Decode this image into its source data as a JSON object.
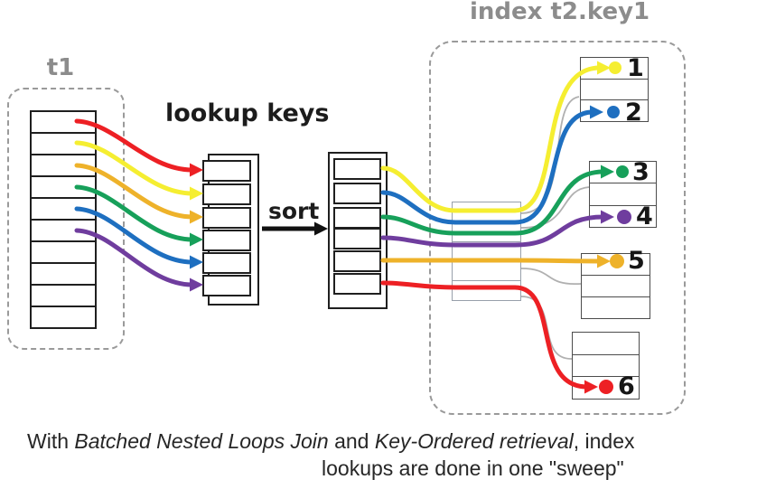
{
  "labels": {
    "t1": "t1",
    "lookup_keys": "lookup keys",
    "sort": "sort",
    "index_title": "index t2.key1"
  },
  "caption": {
    "line1": [
      {
        "text": "With ",
        "italic": false
      },
      {
        "text": "Batched Nested Loops Join",
        "italic": true
      },
      {
        "text": " and ",
        "italic": false
      },
      {
        "text": "Key-Ordered retrieval",
        "italic": true
      },
      {
        "text": ", index",
        "italic": false
      }
    ],
    "line2": [
      {
        "text": "lookups are done in one \"sweep\"",
        "italic": false
      }
    ]
  },
  "colors": {
    "red": "#ed2024",
    "yellow": "#f5ee31",
    "orange": "#eeb22a",
    "green": "#17a05a",
    "blue": "#1e6fc0",
    "purple": "#6f3d9e",
    "gray_pointer": "#b0b0b0",
    "black": "#111111"
  },
  "index_entries": [
    {
      "num": "1",
      "color": "yellow"
    },
    {
      "num": "2",
      "color": "blue"
    },
    {
      "num": "3",
      "color": "green"
    },
    {
      "num": "4",
      "color": "purple"
    },
    {
      "num": "5",
      "color": "orange"
    },
    {
      "num": "6",
      "color": "red"
    }
  ],
  "tables": {
    "t1_rows": 10,
    "node_rows": 5,
    "leaf_rows": 3
  }
}
